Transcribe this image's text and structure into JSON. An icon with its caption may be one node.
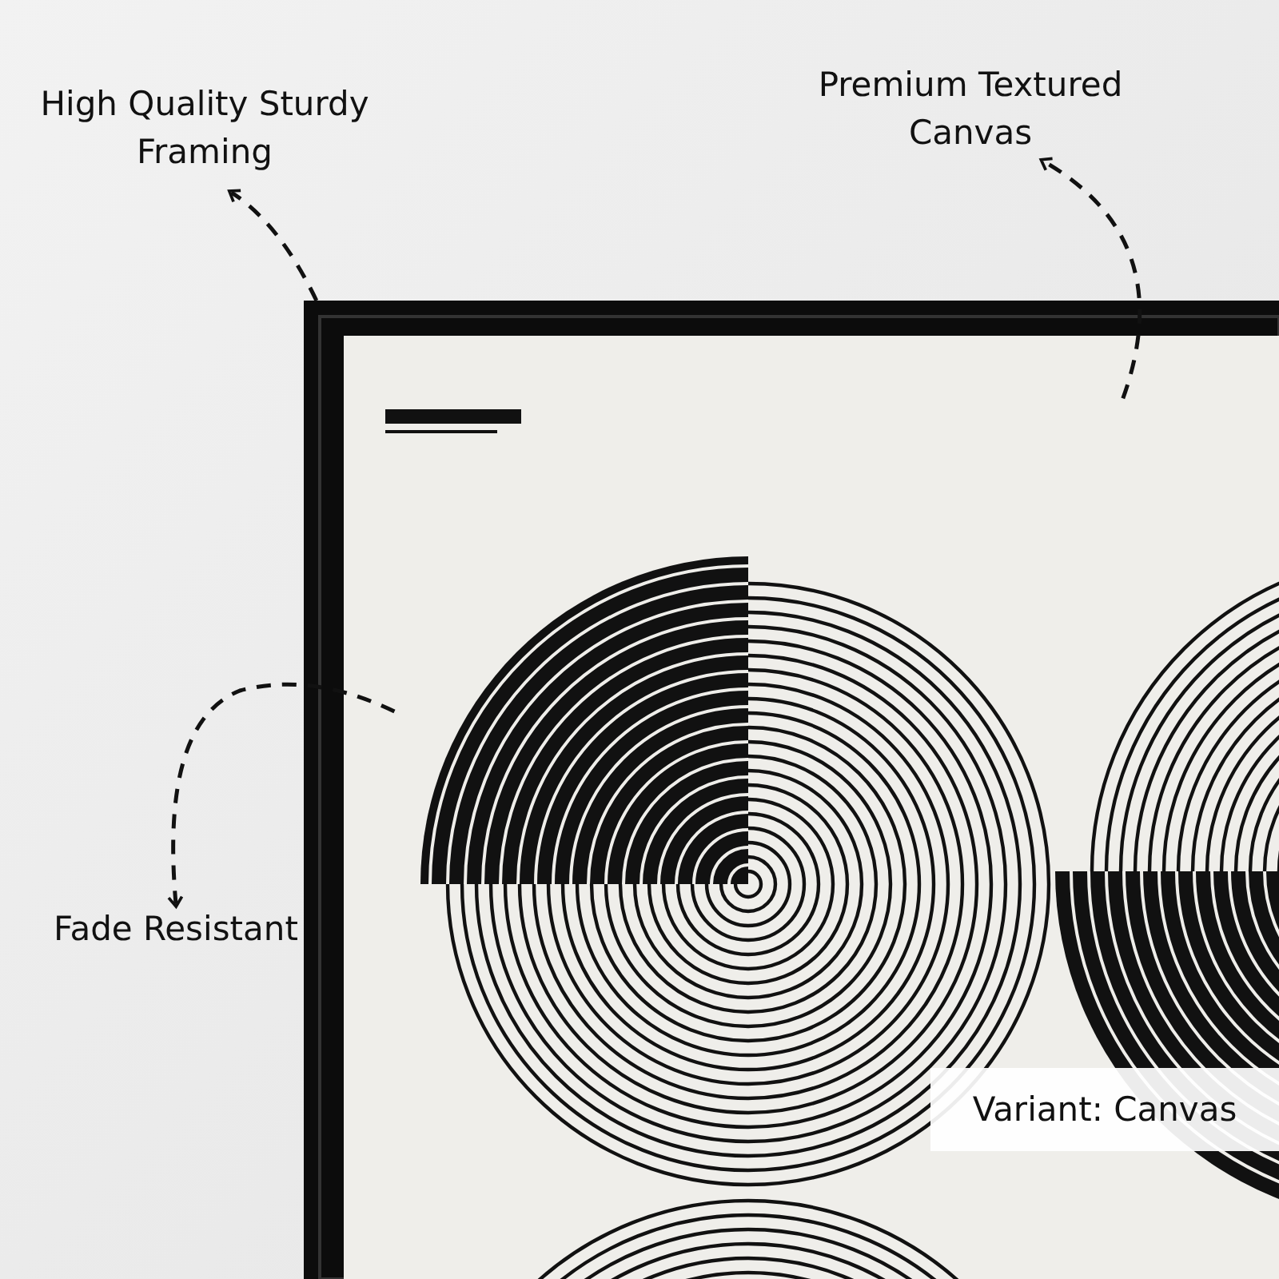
{
  "diagram": {
    "nodes": [
      {
        "text": [
          "High Quality Sturdy Framing"
        ]
      },
      {
        "text": [
          "Premium Textured Canvas"
        ]
      },
      {
        "text": [
          "Fade Resistant"
        ]
      },
      {
        "text": [],
        "shape": "picture"
      },
      {
        "text": [
          "Variant: Canvas"
        ],
        "in": 3
      }
    ],
    "edges": [
      {
        "from": 3,
        "to": 0,
        "arrow": "to",
        "style": "dashed"
      },
      {
        "from": 3,
        "to": 1,
        "arrow": "to",
        "style": "dashed"
      },
      {
        "from": 3,
        "to": 2,
        "arrow": "to",
        "style": "dashed"
      }
    ]
  }
}
